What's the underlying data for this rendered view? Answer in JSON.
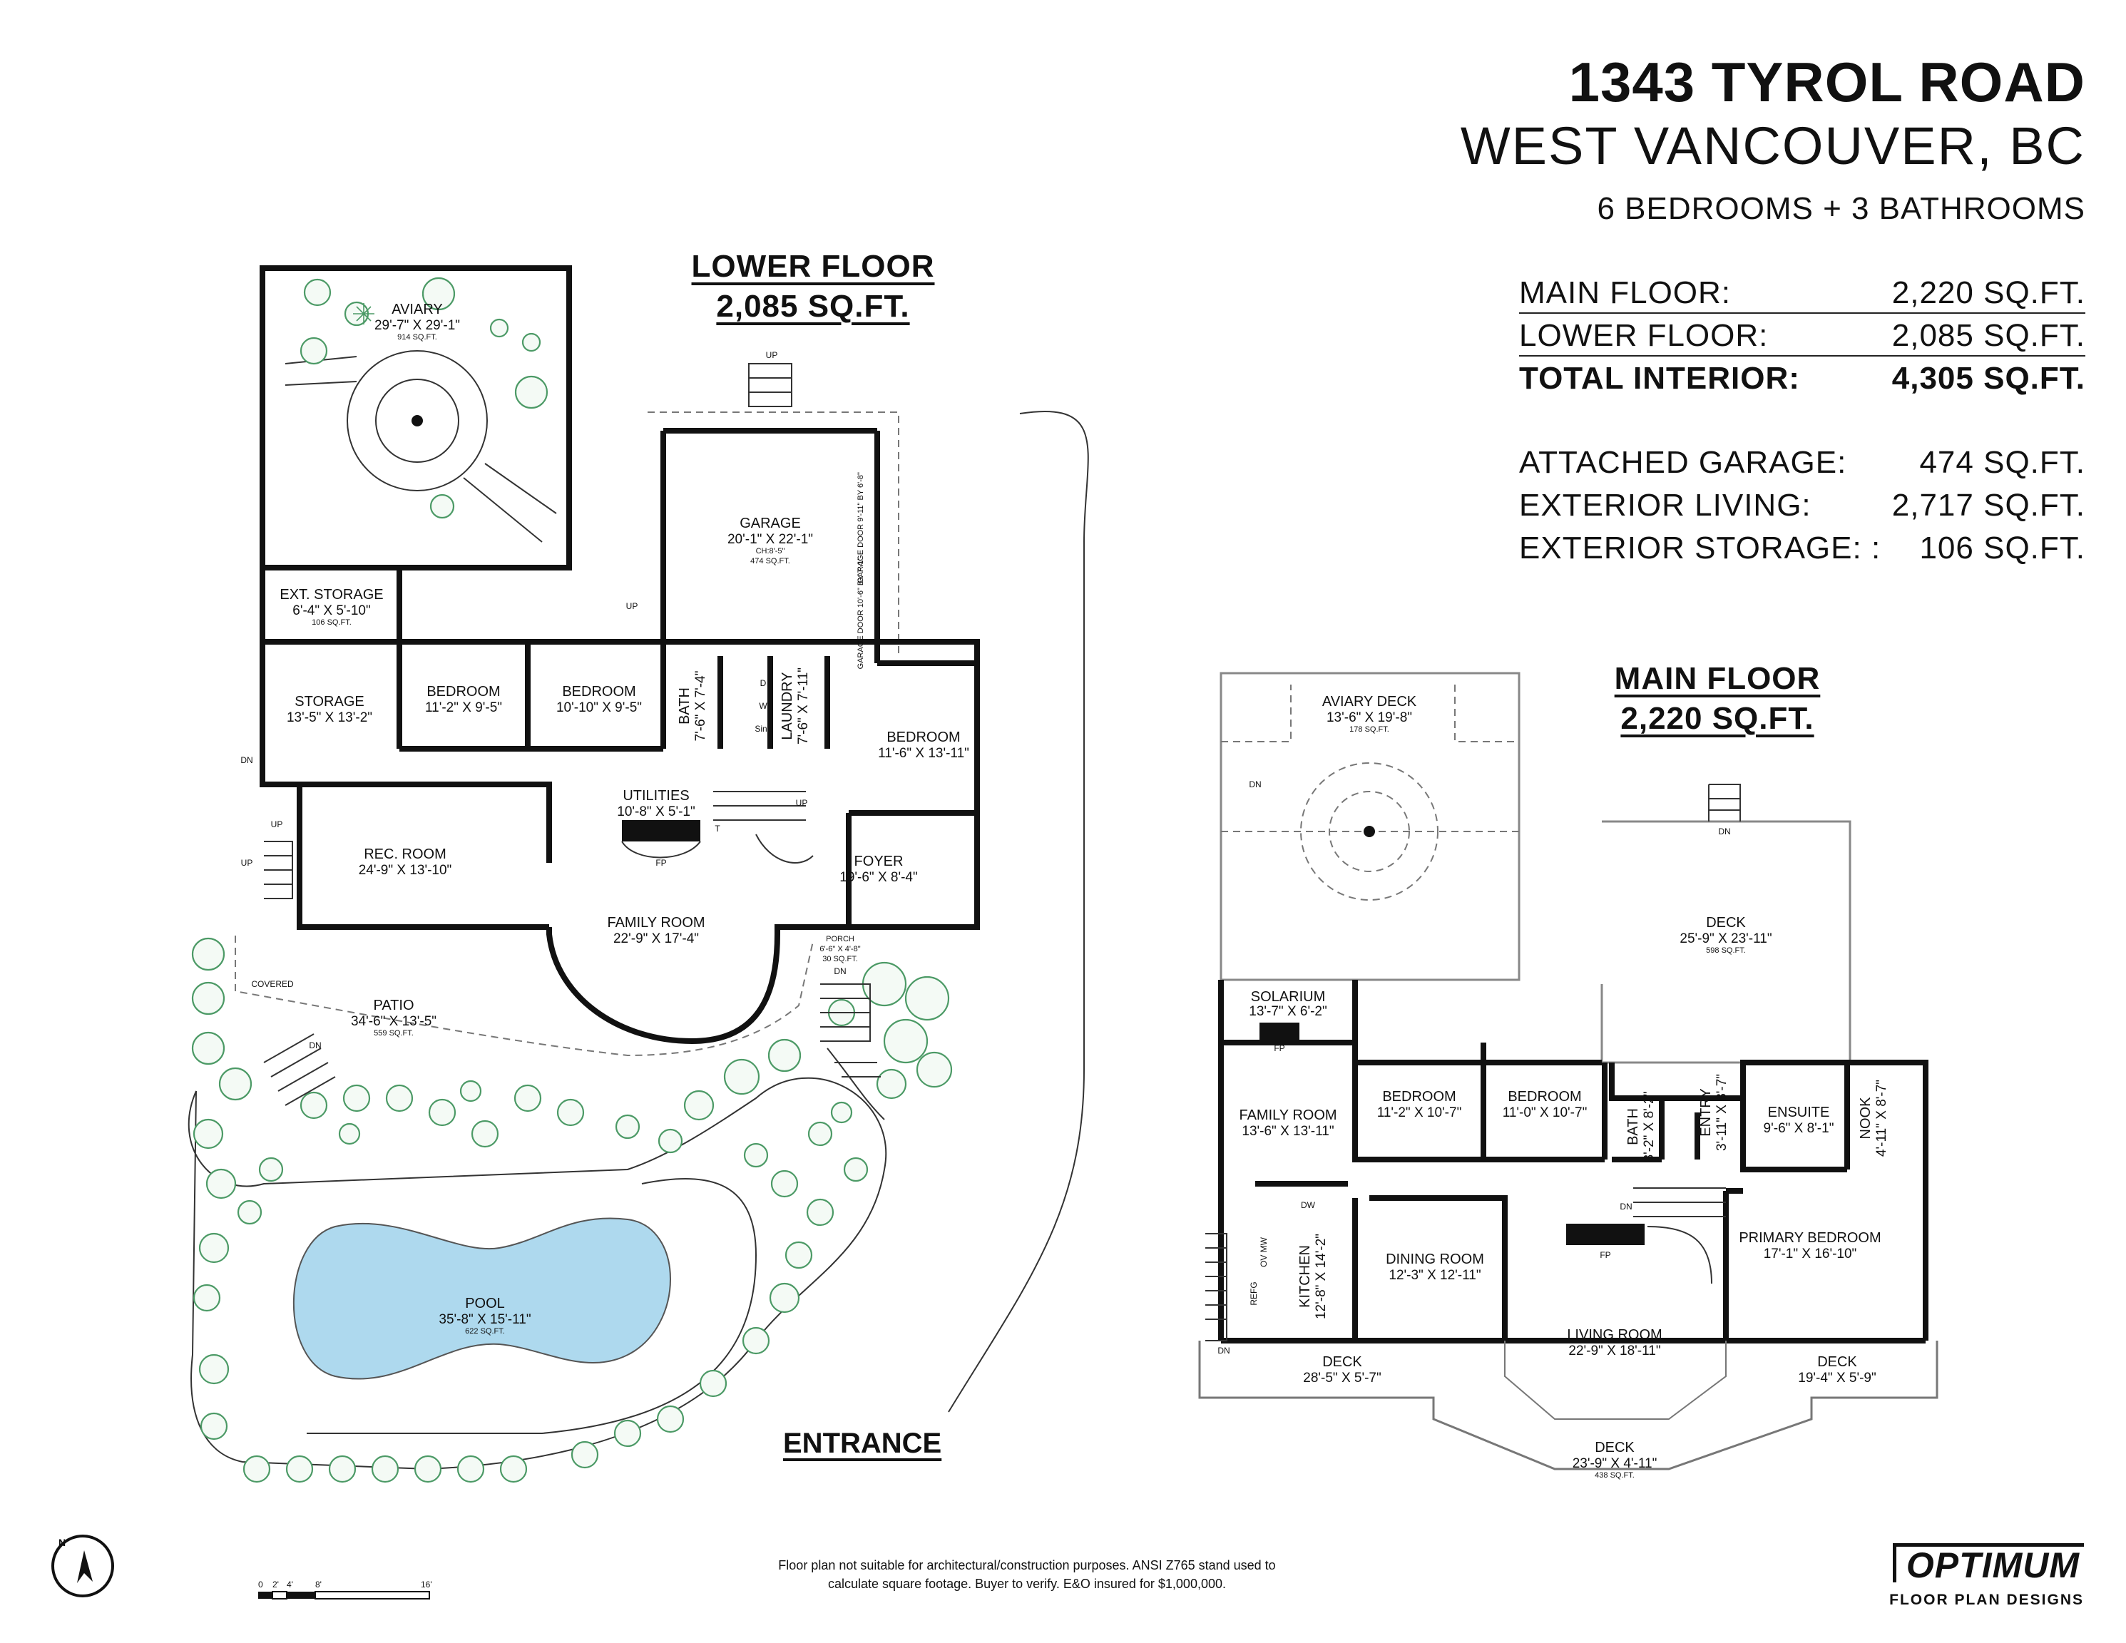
{
  "header": {
    "address": "1343 TYROL ROAD",
    "city": "WEST VANCOUVER, BC",
    "rooms": "6 BEDROOMS + 3 BATHROOMS"
  },
  "stats": [
    {
      "label": "MAIN FLOOR:",
      "value": "2,220 SQ.FT."
    },
    {
      "label": "LOWER FLOOR:",
      "value": "2,085 SQ.FT."
    },
    {
      "label": "TOTAL INTERIOR:",
      "value": "4,305 SQ.FT."
    },
    {
      "label": "ATTACHED GARAGE:",
      "value": "474 SQ.FT."
    },
    {
      "label": "EXTERIOR LIVING:",
      "value": "2,717 SQ.FT."
    },
    {
      "label": "EXTERIOR STORAGE: :",
      "value": "106 SQ.FT."
    }
  ],
  "lower_floor": {
    "heading": "LOWER FLOOR",
    "area": "2,085 SQ.FT.",
    "rooms": [
      {
        "name": "AVIARY",
        "dims": "29'-7\" X 29'-1\"",
        "area": "914 SQ.FT."
      },
      {
        "name": "GARAGE",
        "dims": "20'-1\" X 22'-1\"",
        "note": "CH:8'-5\"",
        "area": "474 SQ.FT."
      },
      {
        "name": "EXT. STORAGE",
        "dims": "6'-4\" X 5'-10\"",
        "area": "106 SQ.FT."
      },
      {
        "name": "STORAGE",
        "dims": "13'-5\" X 13'-2\""
      },
      {
        "name": "BEDROOM",
        "dims": "11'-2\" X 9'-5\""
      },
      {
        "name": "BEDROOM",
        "dims": "10'-10\" X 9'-5\""
      },
      {
        "name": "BATH",
        "dims": "7'-6\" X 7'-4\""
      },
      {
        "name": "LAUNDRY",
        "dims": "7'-6\" X 7'-11\""
      },
      {
        "name": "BEDROOM",
        "dims": "11'-6\" X 13'-11\""
      },
      {
        "name": "UTILITIES",
        "dims": "10'-8\" X 5'-1\""
      },
      {
        "name": "REC. ROOM",
        "dims": "24'-9\" X 13'-10\""
      },
      {
        "name": "FOYER",
        "dims": "19'-6\" X 8'-4\""
      },
      {
        "name": "FAMILY ROOM",
        "dims": "22'-9\" X 17'-4\""
      },
      {
        "name": "PORCH",
        "dims": "6'-6\" X 4'-8\"",
        "area": "30 SQ.FT."
      },
      {
        "name": "PATIO",
        "dims": "34'-6\" X 13'-5\"",
        "area": "559 SQ.FT."
      },
      {
        "name": "POOL",
        "dims": "35'-8\" X 15'-11\"",
        "area": "622 SQ.FT."
      }
    ],
    "labels": {
      "garage_door_1": "GARAGE DOOR 9'-11\" BY 6'-8\"",
      "garage_door_2": "GARAGE DOOR 10'-6\" BY 7'-1\"",
      "up": "UP",
      "dn": "DN",
      "covered": "COVERED",
      "fp": "FP",
      "d": "D",
      "w": "W",
      "sink": "Sink",
      "t": "T"
    },
    "entrance": "ENTRANCE"
  },
  "main_floor": {
    "heading": "MAIN FLOOR",
    "area": "2,220 SQ.FT.",
    "rooms": [
      {
        "name": "AVIARY DECK",
        "dims": "13'-6\" X 19'-8\"",
        "area": "178 SQ.FT."
      },
      {
        "name": "DECK",
        "dims": "25'-9\" X 23'-11\"",
        "area": "598 SQ.FT."
      },
      {
        "name": "SOLARIUM",
        "dims": "13'-7\" X 6'-2\""
      },
      {
        "name": "FAMILY ROOM",
        "dims": "13'-6\" X 13'-11\""
      },
      {
        "name": "BEDROOM",
        "dims": "11'-2\" X 10'-7\""
      },
      {
        "name": "BEDROOM",
        "dims": "11'-0\" X 10'-7\""
      },
      {
        "name": "BATH",
        "dims": "8'-2\" X 8'-2\""
      },
      {
        "name": "ENTRY",
        "dims": "3'-11\" X 8'-7\""
      },
      {
        "name": "ENSUITE",
        "dims": "9'-6\" X 8'-1\""
      },
      {
        "name": "NOOK",
        "dims": "4'-11\" X 8'-7\""
      },
      {
        "name": "KITCHEN",
        "dims": "12'-8\" X 14'-2\""
      },
      {
        "name": "DINING ROOM",
        "dims": "12'-3\" X 12'-11\""
      },
      {
        "name": "LIVING ROOM",
        "dims": "22'-9\" X 18'-11\""
      },
      {
        "name": "PRIMARY BEDROOM",
        "dims": "17'-1\" X 16'-10\""
      },
      {
        "name": "DECK",
        "dims": "28'-5\" X 5'-7\""
      },
      {
        "name": "DECK",
        "dims": "19'-4\" X 5'-9\""
      },
      {
        "name": "DECK",
        "dims": "23'-9\" X 4'-11\"",
        "area": "438 SQ.FT."
      }
    ],
    "labels": {
      "dn": "DN",
      "fp": "FP",
      "dw": "DW",
      "refg": "REFG",
      "ovmw": "OV MW"
    }
  },
  "scale": {
    "ticks": [
      "0",
      "2'",
      "4'",
      "8'",
      "16'"
    ]
  },
  "footer": {
    "disclaimer_1": "Floor plan not suitable for architectural/construction purposes. ANSI Z765 stand used to",
    "disclaimer_2": "calculate square footage. Buyer to verify.  E&O insured for $1,000,000.",
    "logo_top": "OPTIMUM",
    "logo_bottom": "FLOOR PLAN DESIGNS",
    "compass": "N"
  }
}
